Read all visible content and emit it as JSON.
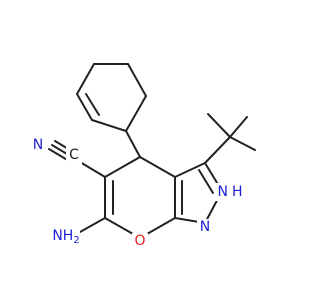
{
  "molecule": {
    "colors": {
      "bond": "#222222",
      "nitrogen": "#1f1fd6",
      "oxygen": "#e0241b",
      "carbon_label": "#222222"
    },
    "labels": {
      "nitrile_n": "N",
      "nitrile_c": "C",
      "amine": "NH2",
      "amine_main": "NH",
      "amine_sub": "2",
      "ring_o": "O",
      "pyrazole_n": "N",
      "pyrazole_nh_n": "N",
      "pyrazole_nh_h": "H"
    }
  }
}
